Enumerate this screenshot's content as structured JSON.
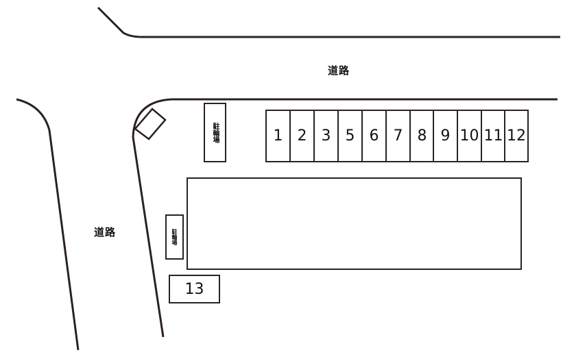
{
  "map": {
    "line_color": "#2a2220",
    "road_labels": {
      "top": "道路",
      "left": "道路"
    },
    "bicycle_parking": {
      "top_label": "駐輪場",
      "left_label": "駐輪場"
    },
    "stalls": [
      {
        "number": "1"
      },
      {
        "number": "2"
      },
      {
        "number": "3"
      },
      {
        "number": "5"
      },
      {
        "number": "6"
      },
      {
        "number": "7"
      },
      {
        "number": "8"
      },
      {
        "number": "9"
      },
      {
        "number": "10"
      },
      {
        "number": "11"
      },
      {
        "number": "12"
      }
    ],
    "separate_stall": {
      "number": "13"
    }
  }
}
